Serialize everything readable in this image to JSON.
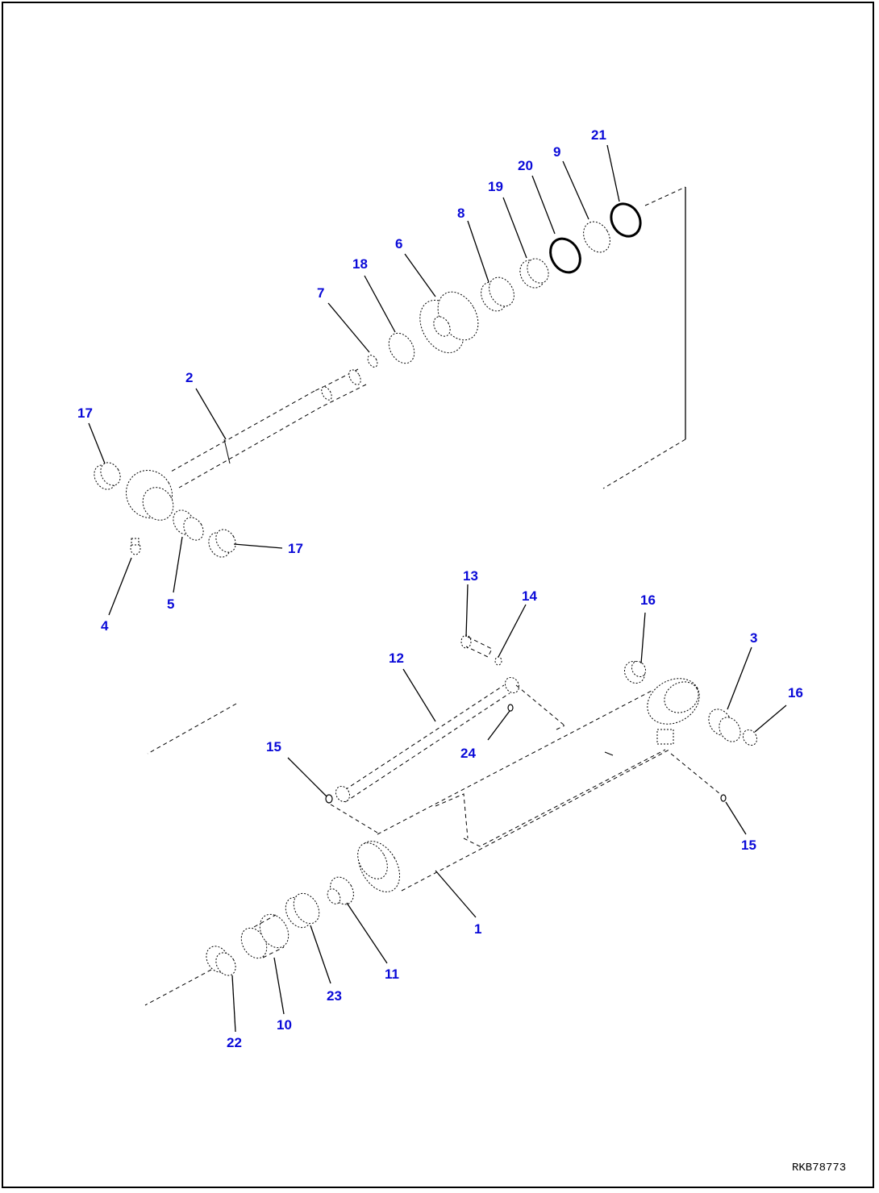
{
  "drawing_code": "RKB78773",
  "callouts": [
    {
      "id": "c21",
      "label": "21"
    },
    {
      "id": "c9",
      "label": "9"
    },
    {
      "id": "c20",
      "label": "20"
    },
    {
      "id": "c19",
      "label": "19"
    },
    {
      "id": "c8",
      "label": "8"
    },
    {
      "id": "c6",
      "label": "6"
    },
    {
      "id": "c18",
      "label": "18"
    },
    {
      "id": "c7",
      "label": "7"
    },
    {
      "id": "c2",
      "label": "2"
    },
    {
      "id": "c17a",
      "label": "17"
    },
    {
      "id": "c17b",
      "label": "17"
    },
    {
      "id": "c5",
      "label": "5"
    },
    {
      "id": "c4",
      "label": "4"
    },
    {
      "id": "c13",
      "label": "13"
    },
    {
      "id": "c14",
      "label": "14"
    },
    {
      "id": "c16a",
      "label": "16"
    },
    {
      "id": "c3",
      "label": "3"
    },
    {
      "id": "c16b",
      "label": "16"
    },
    {
      "id": "c12",
      "label": "12"
    },
    {
      "id": "c15a",
      "label": "15"
    },
    {
      "id": "c24",
      "label": "24"
    },
    {
      "id": "c15b",
      "label": "15"
    },
    {
      "id": "c1",
      "label": "1"
    },
    {
      "id": "c11",
      "label": "11"
    },
    {
      "id": "c23",
      "label": "23"
    },
    {
      "id": "c10",
      "label": "10"
    },
    {
      "id": "c22",
      "label": "22"
    }
  ],
  "colors": {
    "callout": "#0a0ad8",
    "line": "#000000",
    "background": "#ffffff"
  }
}
